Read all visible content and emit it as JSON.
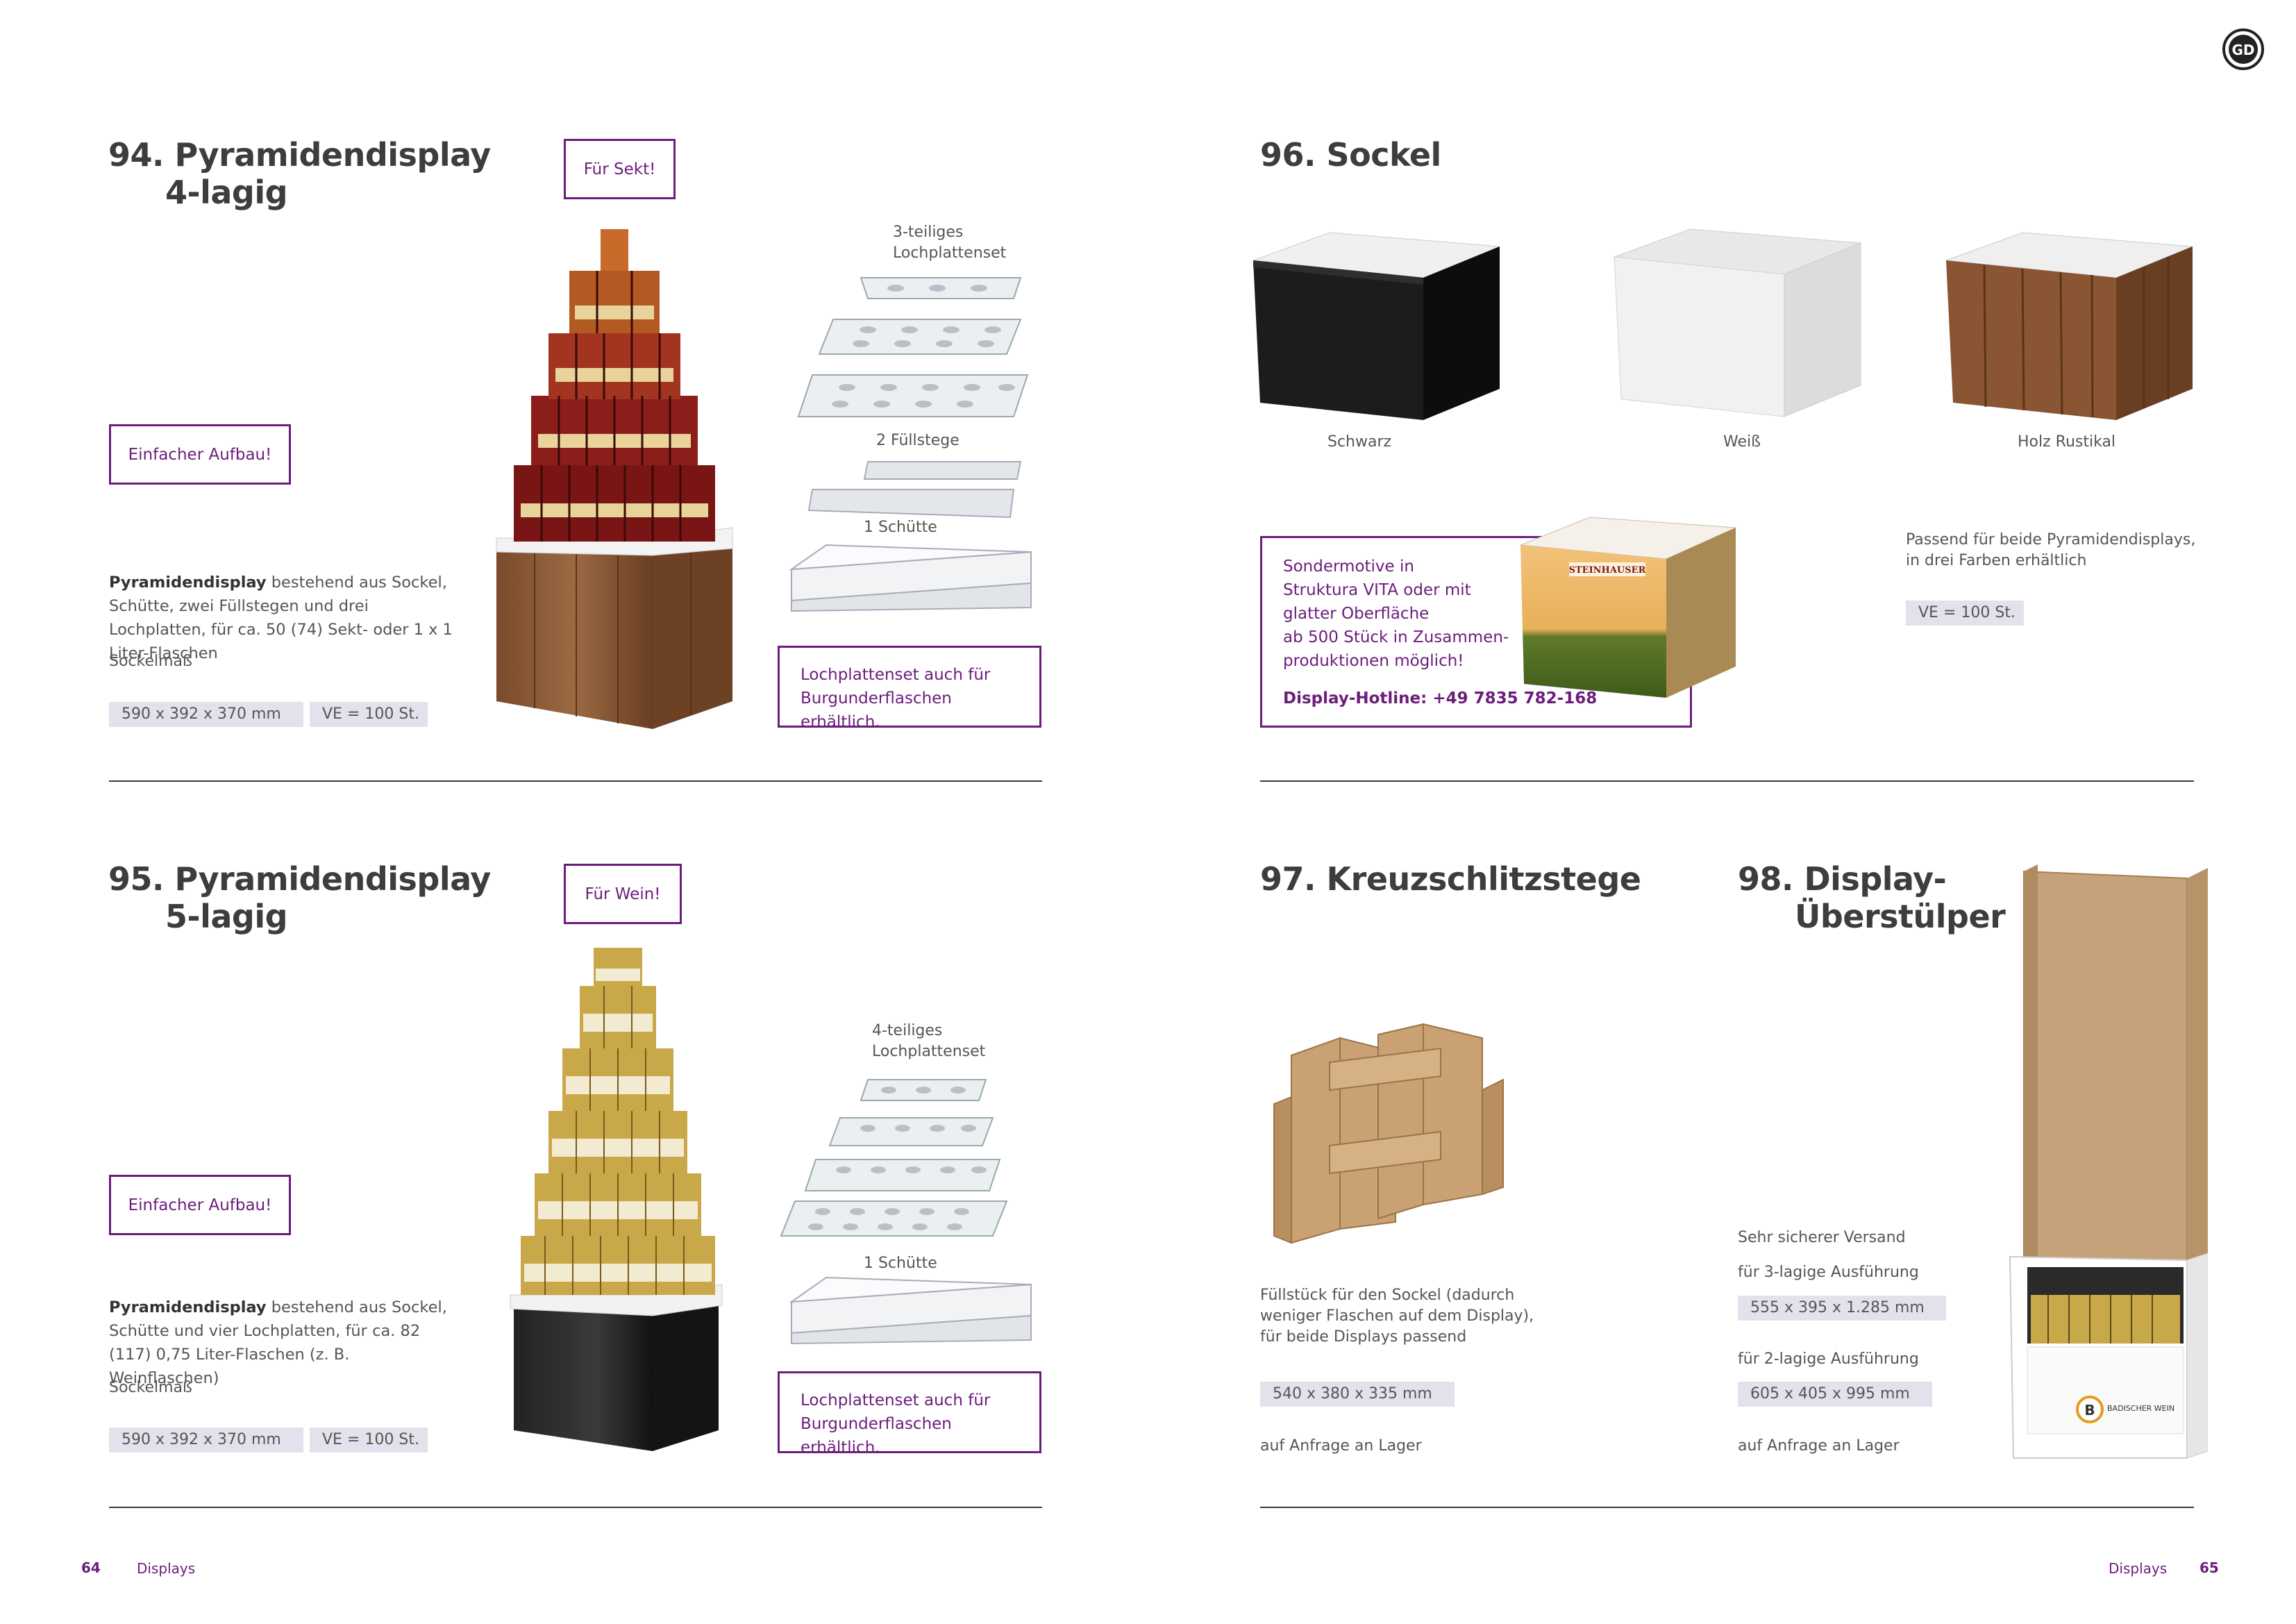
{
  "footer": {
    "left_page_number": "64",
    "left_section": "Displays",
    "right_section": "Displays",
    "right_page_number": "65"
  },
  "p94": {
    "title_line1": "94. Pyramidendisplay",
    "title_line2": "4-lagig",
    "tag": "Für Sekt!",
    "tag_simple": "Einfacher Aufbau!",
    "desc_bold": "Pyramidendisplay",
    "desc_rest": " bestehend aus Sockel, Schütte, zwei Füllstegen und drei Lochplatten, für ca. 50 (74) Sekt- oder 1 x 1 Liter-Flaschen",
    "base_label": "Sockelmaß",
    "dims": "590 x 392 x 370 mm",
    "ve": "VE = 100 St.",
    "part1_line1": "3-teiliges",
    "part1_line2": "Lochplattenset",
    "part2": "2 Füllstege",
    "part3": "1 Schütte",
    "note_line1": "Lochplattenset auch für",
    "note_line2": "Burgunderflaschen erhältlich."
  },
  "p95": {
    "title_line1": "95. Pyramidendisplay",
    "title_line2": "5-lagig",
    "tag": "Für Wein!",
    "tag_simple": "Einfacher Aufbau!",
    "desc_bold": "Pyramidendisplay",
    "desc_rest": " bestehend aus Sockel, Schütte und vier Lochplatten, für ca. 82 (117) 0,75 Liter-Flaschen (z. B. Weinflaschen)",
    "base_label": "Sockelmaß",
    "dims": "590 x 392 x 370 mm",
    "ve": "VE = 100 St.",
    "part1_line1": "4-teiliges",
    "part1_line2": "Lochplattenset",
    "part3": "1 Schütte",
    "note_line1": "Lochplattenset auch für",
    "note_line2": "Burgunderflaschen erhältlich."
  },
  "p96": {
    "title": "96. Sockel",
    "variant1": "Schwarz",
    "variant2": "Weiß",
    "variant3": "Holz Rustikal",
    "note_lines": [
      "Sondermotive in",
      "Struktura VITA oder mit",
      "glatter Oberfläche",
      "ab 500 Stück in Zusammen-",
      "produktionen möglich!"
    ],
    "hotline": "Display-Hotline: +49 7835 782-168",
    "box_brand": "STEINHAUSER",
    "desc_line1": "Passend für beide Pyramidendisplays,",
    "desc_line2": "in drei Farben erhältlich",
    "ve": "VE = 100 St."
  },
  "p97": {
    "title": "97. Kreuzschlitzstege",
    "desc_line1": "Füllstück für den Sockel (dadurch",
    "desc_line2": "weniger Flaschen auf dem Display),",
    "desc_line3": "für beide Displays passend",
    "dims": "540 x 380 x 335 mm",
    "stock": "auf Anfrage an Lager"
  },
  "p98": {
    "title_line1": "98. Display-",
    "title_line2": "Überstülper",
    "desc": "Sehr sicherer Versand",
    "label3": "für 3-lagige Ausführung",
    "dims3": "555 x 395 x 1.285 mm",
    "label2": "für 2-lagige Ausführung",
    "dims2": "605 x 405 x 995 mm",
    "stock": "auf Anfrage an Lager",
    "box_brand": "BADISCHER WEIN"
  },
  "logo_text": "GD"
}
